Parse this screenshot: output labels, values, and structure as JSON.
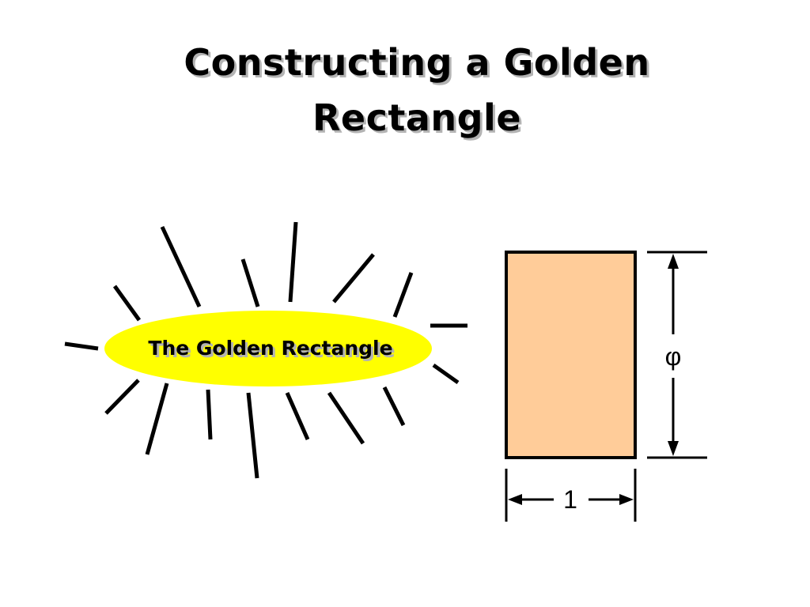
{
  "slide": {
    "title_line1": "Constructing a Golden",
    "title_line2": "Rectangle"
  },
  "badge": {
    "label": "The Golden Rectangle",
    "fill_color": "#ffff00"
  },
  "rectangle": {
    "fill_color": "#ffcc99",
    "stroke_color": "#000000",
    "height_label": "φ",
    "width_label": "1"
  }
}
